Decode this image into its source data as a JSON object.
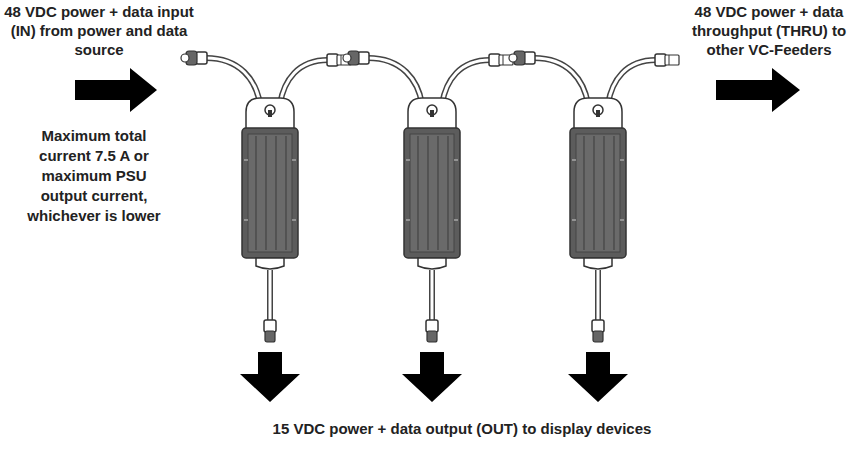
{
  "diagram": {
    "labels": [
      "48 VDC power + data input (IN) from power and data source",
      "48 VDC power + data throughput (THRU) to other VC-Feeders",
      "Maximum total current 7.5 A or maximum PSU output current, whichever is lower",
      "15 VDC power + data output (OUT) to display devices"
    ]
  }
}
